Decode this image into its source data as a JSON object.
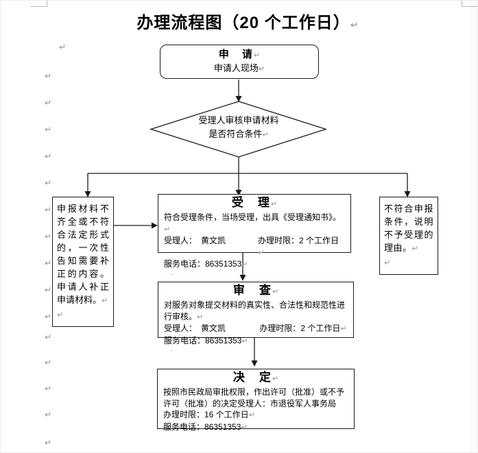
{
  "title": {
    "text": "办理流程图（20 个工作日）"
  },
  "marks": {
    "pilcrow": "↵",
    "dot": "·"
  },
  "nodes": {
    "start": {
      "title": "申　请",
      "subtitle": "申请人现场"
    },
    "decision": {
      "line1": "受理人审核申请材料",
      "line2": "是否符合条件"
    },
    "left_note": {
      "text": "申报材料不齐全或不符合法定形式的，一次性告知需要补正的内容。申请人补正申请材料。"
    },
    "right_note": {
      "text": "不符合申报条件，说明不予受理的理由。"
    },
    "accept": {
      "title": "受　理",
      "desc": "符合受理条件，当场受理，出具《受理通知书》。",
      "handler": "受理人：　黄文凯",
      "time_limit": "办理时限：2 个工作日",
      "phone": "服务电话：86351353"
    },
    "review": {
      "title": "审　查",
      "desc": "对服务对象提交材料的真实性、合法性和规范性进行审核。",
      "handler": "受理人：　黄文凯",
      "time_limit": "办理时限：2 个工作日",
      "phone": "服务电话：86351353"
    },
    "decide": {
      "title": "决　定",
      "desc": "按照市民政局审批权限，作出许可（批准）或不予许可（批准）的决定受理人：市退役军人事务局　办理时限：16 个工作日",
      "phone": "服务电话：86351353"
    }
  }
}
